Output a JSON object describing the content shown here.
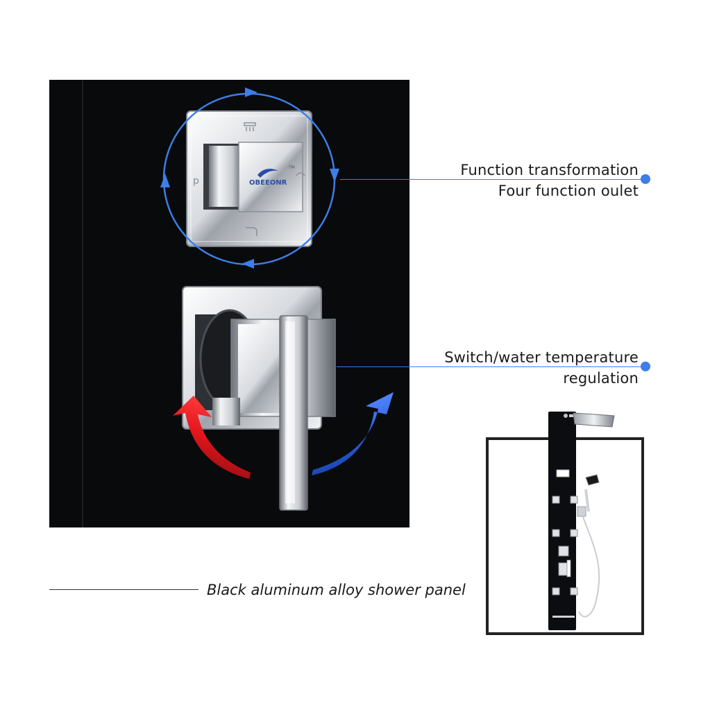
{
  "annotations": {
    "function_line1": "Function transformation",
    "function_line2": "Four function oulet",
    "switch_line1": "Switch/water temperature",
    "switch_line2": "regulation"
  },
  "caption": "Black aluminum alloy shower panel",
  "brand_mark": "OBEEONR",
  "trademark": "TM",
  "colors": {
    "accent_blue": "#3d7ee8",
    "arrow_red": "#e4161d",
    "panel_black": "#090a0c",
    "chrome": "#e6e8ec"
  },
  "icons": [
    "rain-shower-icon",
    "hand-shower-icon",
    "spout-icon",
    "body-jet-icon"
  ]
}
